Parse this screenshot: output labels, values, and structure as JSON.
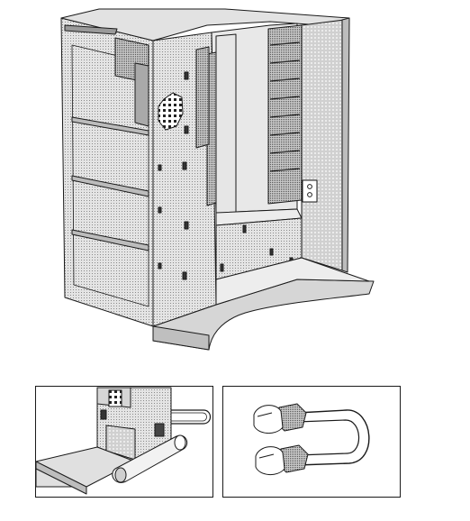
{
  "figure": {
    "main_illustration": "computer-tower-chassis-open",
    "inset_left": "chassis-rear-wire-loop-detail",
    "inset_right": "u-shaped-wire-loop-detail"
  },
  "colors": {
    "line": "#1a1a1a",
    "light_fill": "#d9d9d9",
    "mid_fill": "#bdbdbd",
    "dark_fill": "#8f8f8f",
    "paper": "#ffffff"
  }
}
